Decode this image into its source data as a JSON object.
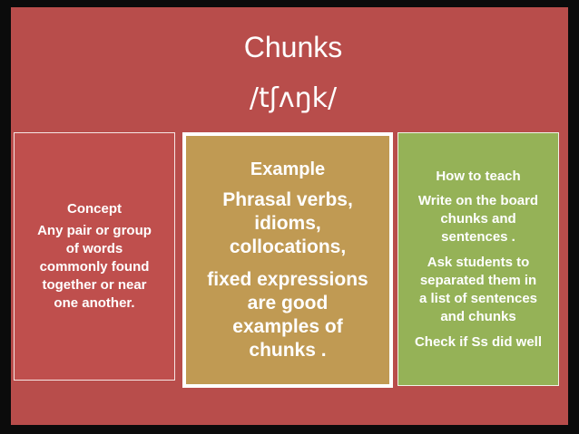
{
  "slide": {
    "title": "Chunks",
    "phonetic": "/tʃʌŋk/"
  },
  "concept": {
    "heading": "Concept",
    "line1": "Any pair or group",
    "line2": "of words",
    "line3": "commonly found",
    "line4": "together or near",
    "line5": "one another."
  },
  "example": {
    "heading": "Example",
    "line1": "Phrasal verbs,",
    "line2": "idioms,",
    "line3": "collocations,",
    "line4": "fixed expressions",
    "line5": "are good",
    "line6": "examples of",
    "line7": "chunks ."
  },
  "how_to_teach": {
    "heading": "How to teach",
    "line1": "Write on the board",
    "line2": "chunks and",
    "line3": "sentences .",
    "line4": "Ask students to",
    "line5": "separated them in",
    "line6": "a list of sentences",
    "line7": "and chunks",
    "line8": "Check if Ss did well"
  },
  "colors": {
    "background": "#b84d4b",
    "concept_box": "#bf4f4d",
    "example_box": "#c09a53",
    "how_box": "#95b257"
  }
}
